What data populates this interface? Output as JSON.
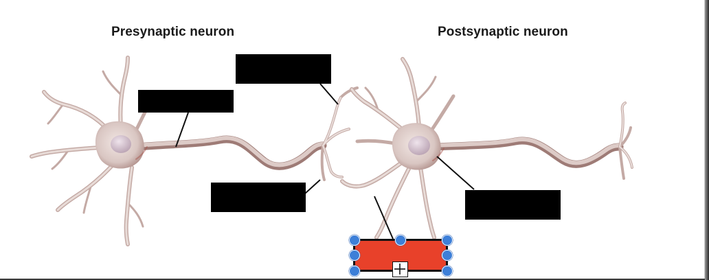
{
  "titles": {
    "presynaptic": "Presynaptic neuron",
    "postsynaptic": "Postsynaptic neuron"
  },
  "label_boxes": [
    {
      "id": "label-box-1",
      "state": "hidden"
    },
    {
      "id": "label-box-2",
      "state": "hidden"
    },
    {
      "id": "label-box-3",
      "state": "hidden"
    },
    {
      "id": "label-box-4",
      "state": "hidden"
    },
    {
      "id": "label-box-5",
      "state": "selected"
    }
  ],
  "colors": {
    "neuron_body": "#e3d4d0",
    "neuron_shadow": "#b89a96",
    "nucleus": "#cbb8c4",
    "label_fill": "#000000",
    "selected_fill": "#e8412a",
    "handle": "#3d7fd8"
  }
}
